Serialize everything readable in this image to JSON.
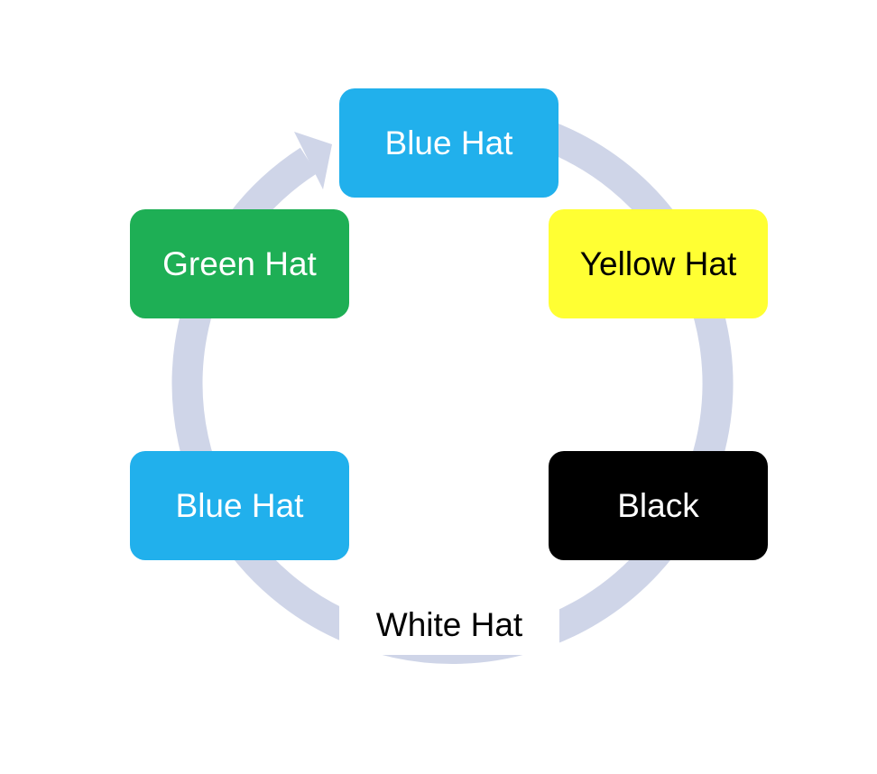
{
  "diagram": {
    "nodes": [
      {
        "label": "Blue Hat",
        "color": "#21b0ec",
        "text_color": "#ffffff"
      },
      {
        "label": "Yellow Hat",
        "color": "#ffff33",
        "text_color": "#000000"
      },
      {
        "label": "Black",
        "color": "#000000",
        "text_color": "#ffffff"
      },
      {
        "label": "White Hat",
        "color": "#ffffff",
        "text_color": "#000000"
      },
      {
        "label": "Blue Hat",
        "color": "#21b0ec",
        "text_color": "#ffffff"
      },
      {
        "label": "Green Hat",
        "color": "#1eaf55",
        "text_color": "#ffffff"
      }
    ],
    "cycle_color": "#cfd5e8"
  }
}
